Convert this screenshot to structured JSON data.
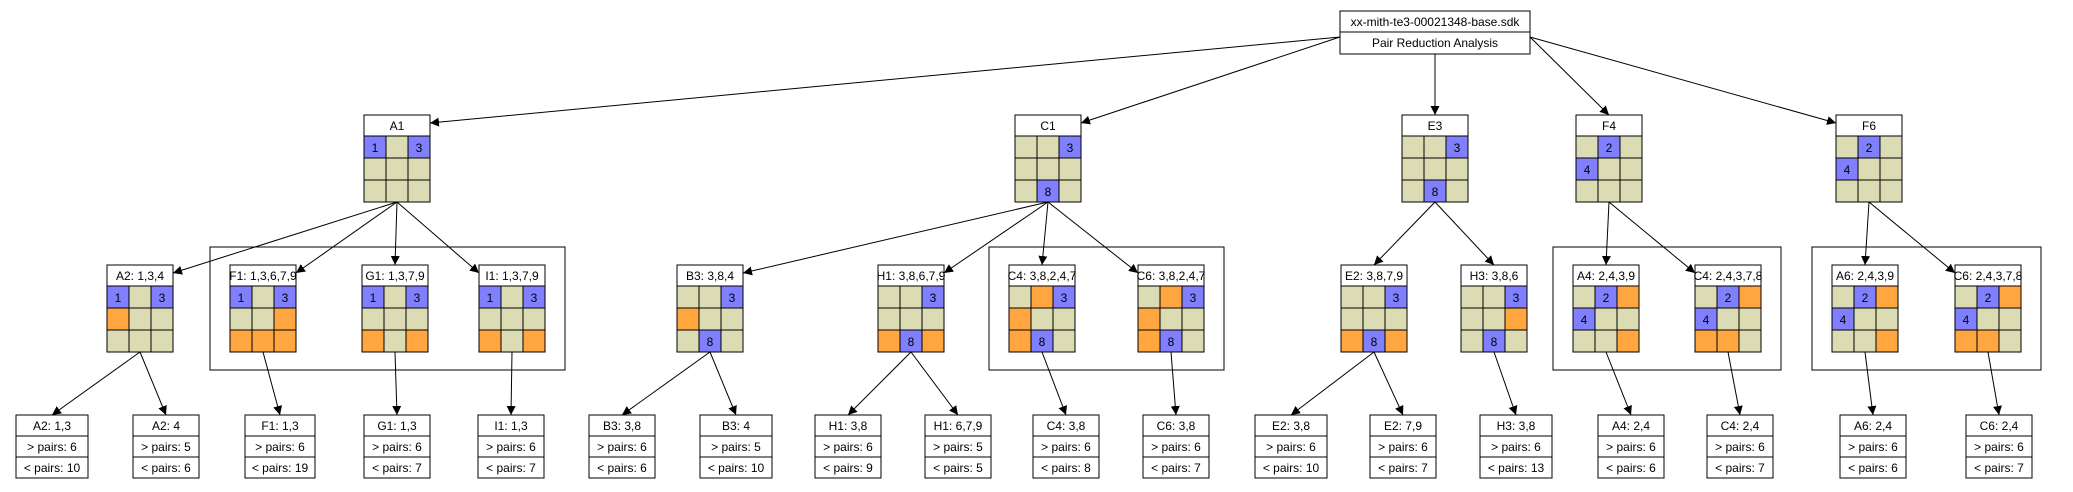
{
  "colors": {
    "given": "#8080ff",
    "highlight": "#ffa640",
    "cell": "#dcdcb4",
    "line": "#000000",
    "background": "#ffffff"
  },
  "root": {
    "title": "xx-mith-te3-00021348-base.sdk",
    "subtitle": "Pair Reduction Analysis"
  },
  "nodes": [
    {
      "id": "a1",
      "label": "A1",
      "cells": [
        [
          "g:1",
          "",
          "g:3"
        ],
        [
          "",
          "",
          ""
        ],
        [
          "",
          "",
          ""
        ]
      ]
    },
    {
      "id": "c1",
      "label": "C1",
      "cells": [
        [
          "",
          "",
          "g:3"
        ],
        [
          "",
          "",
          ""
        ],
        [
          "",
          "g:8",
          ""
        ]
      ]
    },
    {
      "id": "e3",
      "label": "E3",
      "cells": [
        [
          "",
          "",
          "g:3"
        ],
        [
          "",
          "",
          ""
        ],
        [
          "",
          "g:8",
          ""
        ]
      ]
    },
    {
      "id": "f4",
      "label": "F4",
      "cells": [
        [
          "",
          "g:2",
          ""
        ],
        [
          "g:4",
          "",
          ""
        ],
        [
          "",
          "",
          ""
        ]
      ]
    },
    {
      "id": "f6",
      "label": "F6",
      "cells": [
        [
          "",
          "g:2",
          ""
        ],
        [
          "g:4",
          "",
          ""
        ],
        [
          "",
          "",
          ""
        ]
      ]
    },
    {
      "id": "a2",
      "label": "A2: 1,3,4",
      "cells": [
        [
          "g:1",
          "",
          "g:3"
        ],
        [
          "h",
          "",
          ""
        ],
        [
          "",
          "",
          ""
        ]
      ]
    },
    {
      "id": "f1",
      "label": "F1: 1,3,6,7,9",
      "cells": [
        [
          "g:1",
          "",
          "g:3"
        ],
        [
          "",
          "",
          "h"
        ],
        [
          "h",
          "h",
          "h"
        ]
      ]
    },
    {
      "id": "g1",
      "label": "G1: 1,3,7,9",
      "cells": [
        [
          "g:1",
          "",
          "g:3"
        ],
        [
          "",
          "",
          ""
        ],
        [
          "h",
          "",
          "h"
        ]
      ]
    },
    {
      "id": "i1",
      "label": "I1: 1,3,7,9",
      "cells": [
        [
          "g:1",
          "",
          "g:3"
        ],
        [
          "",
          "",
          ""
        ],
        [
          "h",
          "",
          "h"
        ]
      ]
    },
    {
      "id": "b3",
      "label": "B3: 3,8,4",
      "cells": [
        [
          "",
          "",
          "g:3"
        ],
        [
          "h",
          "",
          ""
        ],
        [
          "",
          "g:8",
          ""
        ]
      ]
    },
    {
      "id": "h1",
      "label": "H1: 3,8,6,7,9",
      "cells": [
        [
          "",
          "",
          "g:3"
        ],
        [
          "",
          "",
          ""
        ],
        [
          "h",
          "g:8",
          "h"
        ]
      ]
    },
    {
      "id": "c4",
      "label": "C4: 3,8,2,4,7",
      "cells": [
        [
          "",
          "h",
          "g:3"
        ],
        [
          "h",
          "",
          ""
        ],
        [
          "h",
          "g:8",
          ""
        ]
      ]
    },
    {
      "id": "c6",
      "label": "C6: 3,8,2,4,7",
      "cells": [
        [
          "",
          "h",
          "g:3"
        ],
        [
          "h",
          "",
          ""
        ],
        [
          "h",
          "g:8",
          ""
        ]
      ]
    },
    {
      "id": "e2",
      "label": "E2: 3,8,7,9",
      "cells": [
        [
          "",
          "",
          "g:3"
        ],
        [
          "",
          "",
          ""
        ],
        [
          "h",
          "g:8",
          "h"
        ]
      ]
    },
    {
      "id": "h3",
      "label": "H3: 3,8,6",
      "cells": [
        [
          "",
          "",
          "g:3"
        ],
        [
          "",
          "",
          "h"
        ],
        [
          "",
          "g:8",
          ""
        ]
      ]
    },
    {
      "id": "a4",
      "label": "A4: 2,4,3,9",
      "cells": [
        [
          "",
          "g:2",
          "h"
        ],
        [
          "g:4",
          "",
          ""
        ],
        [
          "",
          "",
          "h"
        ]
      ]
    },
    {
      "id": "c4b",
      "label": "C4: 2,4,3,7,8",
      "cells": [
        [
          "",
          "g:2",
          "h"
        ],
        [
          "g:4",
          "",
          ""
        ],
        [
          "h",
          "h",
          ""
        ]
      ]
    },
    {
      "id": "a6",
      "label": "A6: 2,4,3,9",
      "cells": [
        [
          "",
          "g:2",
          "h"
        ],
        [
          "g:4",
          "",
          ""
        ],
        [
          "",
          "",
          "h"
        ]
      ]
    },
    {
      "id": "c6b",
      "label": "C6: 2,4,3,7,8",
      "cells": [
        [
          "",
          "g:2",
          "h"
        ],
        [
          "g:4",
          "",
          ""
        ],
        [
          "h",
          "h",
          ""
        ]
      ]
    }
  ],
  "leaves": [
    {
      "id": "l-a2a",
      "title": "A2: 1,3",
      "gt": "> pairs: 6",
      "lt": "< pairs: 10"
    },
    {
      "id": "l-a2b",
      "title": "A2: 4",
      "gt": "> pairs: 5",
      "lt": "< pairs: 6"
    },
    {
      "id": "l-f1",
      "title": "F1: 1,3",
      "gt": "> pairs: 6",
      "lt": "< pairs: 19"
    },
    {
      "id": "l-g1",
      "title": "G1: 1,3",
      "gt": "> pairs: 6",
      "lt": "< pairs: 7"
    },
    {
      "id": "l-i1",
      "title": "I1: 1,3",
      "gt": "> pairs: 6",
      "lt": "< pairs: 7"
    },
    {
      "id": "l-b3a",
      "title": "B3: 3,8",
      "gt": "> pairs: 6",
      "lt": "< pairs: 6"
    },
    {
      "id": "l-b3b",
      "title": "B3: 4",
      "gt": "> pairs: 5",
      "lt": "< pairs: 10"
    },
    {
      "id": "l-h1a",
      "title": "H1: 3,8",
      "gt": "> pairs: 6",
      "lt": "< pairs: 9"
    },
    {
      "id": "l-h1b",
      "title": "H1: 6,7,9",
      "gt": "> pairs: 5",
      "lt": "< pairs: 5"
    },
    {
      "id": "l-c4",
      "title": "C4: 3,8",
      "gt": "> pairs: 6",
      "lt": "< pairs: 8"
    },
    {
      "id": "l-c6",
      "title": "C6: 3,8",
      "gt": "> pairs: 6",
      "lt": "< pairs: 7"
    },
    {
      "id": "l-e2a",
      "title": "E2: 3,8",
      "gt": "> pairs: 6",
      "lt": "< pairs: 10"
    },
    {
      "id": "l-e2b",
      "title": "E2: 7,9",
      "gt": "> pairs: 6",
      "lt": "< pairs: 7"
    },
    {
      "id": "l-h3",
      "title": "H3: 3,8",
      "gt": "> pairs: 6",
      "lt": "< pairs: 13"
    },
    {
      "id": "l-a4",
      "title": "A4: 2,4",
      "gt": "> pairs: 6",
      "lt": "< pairs: 6"
    },
    {
      "id": "l-c4b",
      "title": "C4: 2,4",
      "gt": "> pairs: 6",
      "lt": "< pairs: 7"
    },
    {
      "id": "l-a6",
      "title": "A6: 2,4",
      "gt": "> pairs: 6",
      "lt": "< pairs: 6"
    },
    {
      "id": "l-c6b",
      "title": "C6: 2,4",
      "gt": "> pairs: 6",
      "lt": "< pairs: 7"
    }
  ],
  "edges": [
    [
      "root",
      "a1"
    ],
    [
      "root",
      "c1"
    ],
    [
      "root",
      "e3"
    ],
    [
      "root",
      "f4"
    ],
    [
      "root",
      "f6"
    ],
    [
      "a1",
      "a2"
    ],
    [
      "a1",
      "f1"
    ],
    [
      "a1",
      "g1"
    ],
    [
      "a1",
      "i1"
    ],
    [
      "c1",
      "b3"
    ],
    [
      "c1",
      "h1"
    ],
    [
      "c1",
      "c4"
    ],
    [
      "c1",
      "c6"
    ],
    [
      "e3",
      "e2"
    ],
    [
      "e3",
      "h3"
    ],
    [
      "f4",
      "a4"
    ],
    [
      "f4",
      "c4b"
    ],
    [
      "f6",
      "a6"
    ],
    [
      "f6",
      "c6b"
    ],
    [
      "a2",
      "l-a2a"
    ],
    [
      "a2",
      "l-a2b"
    ],
    [
      "f1",
      "l-f1"
    ],
    [
      "g1",
      "l-g1"
    ],
    [
      "i1",
      "l-i1"
    ],
    [
      "b3",
      "l-b3a"
    ],
    [
      "b3",
      "l-b3b"
    ],
    [
      "h1",
      "l-h1a"
    ],
    [
      "h1",
      "l-h1b"
    ],
    [
      "c4",
      "l-c4"
    ],
    [
      "c6",
      "l-c6"
    ],
    [
      "e2",
      "l-e2a"
    ],
    [
      "e2",
      "l-e2b"
    ],
    [
      "h3",
      "l-h3"
    ],
    [
      "a4",
      "l-a4"
    ],
    [
      "c4b",
      "l-c4b"
    ],
    [
      "a6",
      "l-a6"
    ],
    [
      "c6b",
      "l-c6b"
    ]
  ],
  "groups": [
    {
      "id": "grp-a1",
      "members": [
        "f1",
        "g1",
        "i1"
      ]
    },
    {
      "id": "grp-c1",
      "members": [
        "c4",
        "c6"
      ]
    },
    {
      "id": "grp-f4",
      "members": [
        "a4",
        "c4b"
      ]
    },
    {
      "id": "grp-f6",
      "members": [
        "a6",
        "c6b"
      ]
    }
  ]
}
